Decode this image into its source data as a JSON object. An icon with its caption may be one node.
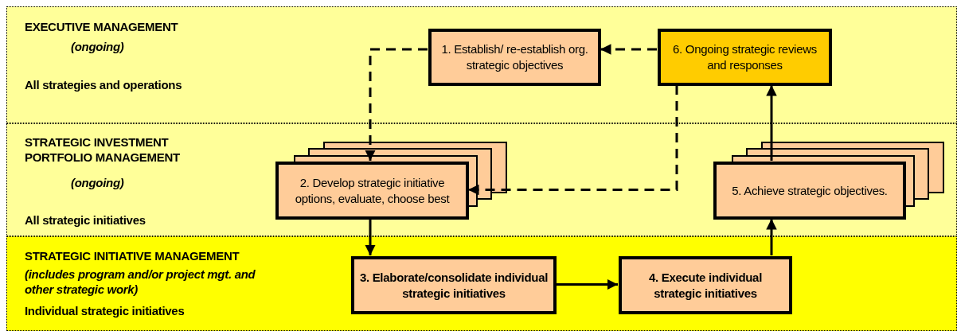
{
  "diagram": {
    "nodes": [
      {
        "text": [
          "EXECUTIVE MANAGEMENT",
          "(ongoing)",
          "All strategies and operations"
        ]
      },
      {
        "text": [
          "1. Establish/ re-establish org. strategic objectives"
        ],
        "in": 0
      },
      {
        "text": [
          "6. Ongoing strategic reviews and responses"
        ],
        "in": 0
      },
      {
        "text": [
          "STRATEGIC INVESTMENT PORTFOLIO MANAGEMENT",
          "(ongoing)",
          "All strategic initiatives"
        ]
      },
      {
        "text": [
          "2. Develop strategic initiative options, evaluate, choose best"
        ],
        "in": 3
      },
      {
        "text": [
          "5. Achieve strategic objectives."
        ],
        "in": 3
      },
      {
        "text": [
          "STRATEGIC INITIATIVE MANAGEMENT",
          "(includes program and/or project mgt. and other strategic work)",
          "Individual strategic initiatives"
        ]
      },
      {
        "text": [
          "3. Elaborate/consolidate individual strategic initiatives"
        ],
        "in": 6
      },
      {
        "text": [
          "4. Execute individual strategic initiatives"
        ],
        "in": 6
      }
    ],
    "edges": [
      {
        "from": 2,
        "to": 1,
        "arrow": "to",
        "style": "dashed"
      },
      {
        "from": 1,
        "to": 4,
        "arrow": "to",
        "style": "dashed"
      },
      {
        "from": 2,
        "to": 4,
        "arrow": "to",
        "style": "dashed"
      },
      {
        "from": 4,
        "to": 7,
        "arrow": "to"
      },
      {
        "from": 7,
        "to": 8,
        "arrow": "to"
      },
      {
        "from": 8,
        "to": 5,
        "arrow": "to"
      },
      {
        "from": 5,
        "to": 2,
        "arrow": "to"
      }
    ]
  }
}
